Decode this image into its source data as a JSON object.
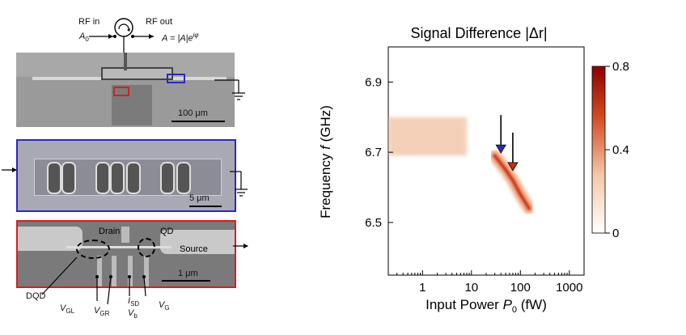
{
  "circuit": {
    "rf_in": "RF in",
    "rf_out": "RF out",
    "a0": "A",
    "a0_sub": "0",
    "a_out": "A = |A|e",
    "a_out_sup": "iφ"
  },
  "panel_top": {
    "scale_label": "100 μm"
  },
  "panel_blue": {
    "scale_label": "5 μm"
  },
  "panel_red": {
    "scale_label": "1 μm",
    "drain": "Drain",
    "qd": "QD",
    "source": "Source",
    "dqd": "DQD",
    "v_gl": "V",
    "v_gl_sub": "GL",
    "v_gr": "V",
    "v_gr_sub": "GR",
    "i_sd": "I",
    "i_sd_sub": "SD",
    "v_b": "V",
    "v_b_sub": "b",
    "v_g": "V",
    "v_g_sub": "G"
  },
  "colors": {
    "blue_box": "#2a2ab8",
    "red_box": "#d42020",
    "heat_max": "#8b0000",
    "heat_min": "#ffffff"
  },
  "chart_data": {
    "type": "heatmap",
    "title": "Signal Difference |Δr|",
    "xlabel": "Input Power P0 (fW)",
    "ylabel": "Frequency f (GHz)",
    "x_scale": "log",
    "xlim": [
      0.2,
      2000
    ],
    "ylim": [
      6.35,
      7.0
    ],
    "x_ticks": [
      1,
      10,
      100,
      1000
    ],
    "x_tick_labels": [
      "1",
      "10",
      "100",
      "1000"
    ],
    "y_ticks": [
      6.5,
      6.7,
      6.9
    ],
    "y_tick_labels": [
      "6.5",
      "6.7",
      "6.9"
    ],
    "colorbar": {
      "range": [
        0,
        0.8
      ],
      "ticks": [
        0,
        0.4,
        0.8
      ],
      "tick_labels": [
        "0",
        "0.4",
        "0.8"
      ]
    },
    "features": [
      {
        "kind": "band",
        "x_range": [
          0.2,
          8
        ],
        "y_range": [
          6.69,
          6.8
        ],
        "value": 0.12
      },
      {
        "kind": "curve",
        "points": [
          [
            30,
            6.69
          ],
          [
            50,
            6.65
          ],
          [
            70,
            6.62
          ],
          [
            100,
            6.58
          ],
          [
            150,
            6.54
          ]
        ],
        "value": 0.6
      }
    ],
    "markers": [
      {
        "color": "blue",
        "x": 40,
        "y": 6.7
      },
      {
        "color": "red",
        "x": 70,
        "y": 6.65
      }
    ]
  }
}
